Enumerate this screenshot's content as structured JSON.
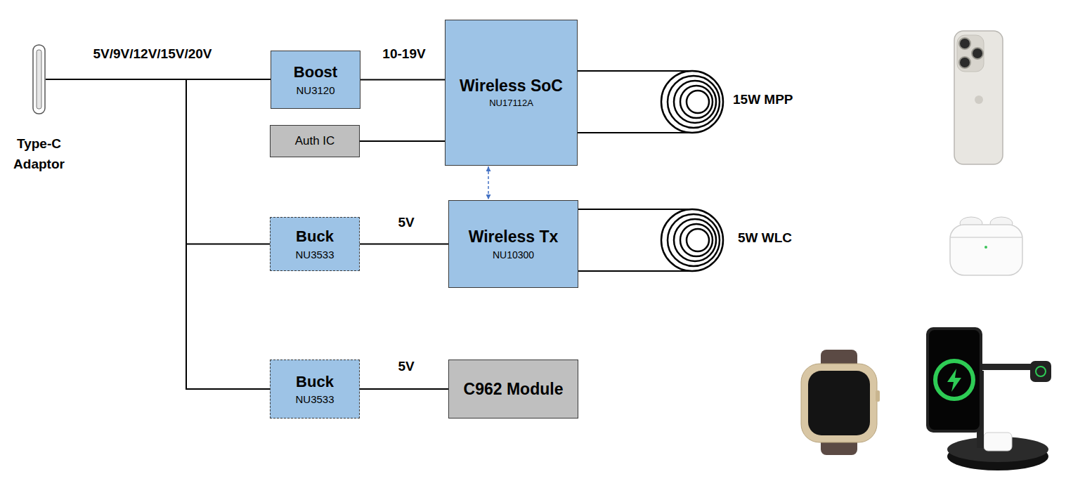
{
  "diagram": {
    "nodes": [
      {
        "text": [
          "Type-C Adaptor"
        ]
      },
      {
        "text": [
          "Boost",
          "NU3120"
        ]
      },
      {
        "text": [
          "Wireless SoC",
          "NU17112A"
        ]
      },
      {
        "text": [
          "Auth IC"
        ]
      },
      {
        "text": [
          "Buck",
          "NU3533"
        ]
      },
      {
        "text": [
          "Wireless Tx",
          "NU10300"
        ]
      },
      {
        "text": [
          "Buck",
          "NU3533"
        ]
      },
      {
        "text": [
          "C962 Module"
        ]
      }
    ],
    "edges": [
      {
        "from": 0,
        "to": 1,
        "arrow": "none",
        "label": "5V/9V/12V/15V/20V"
      },
      {
        "from": 0,
        "to": 4,
        "arrow": "none"
      },
      {
        "from": 0,
        "to": 6,
        "arrow": "none"
      },
      {
        "from": 1,
        "to": 2,
        "arrow": "none",
        "label": "10-19V"
      },
      {
        "from": 3,
        "to": 2,
        "arrow": "none"
      },
      {
        "from": 2,
        "to": 5,
        "arrow": "both"
      },
      {
        "from": 4,
        "to": 5,
        "arrow": "none",
        "label": "5V"
      },
      {
        "from": 6,
        "to": 7,
        "arrow": "none",
        "label": "5V"
      }
    ],
    "labels": [
      "15W MPP",
      "5W WLC"
    ]
  }
}
